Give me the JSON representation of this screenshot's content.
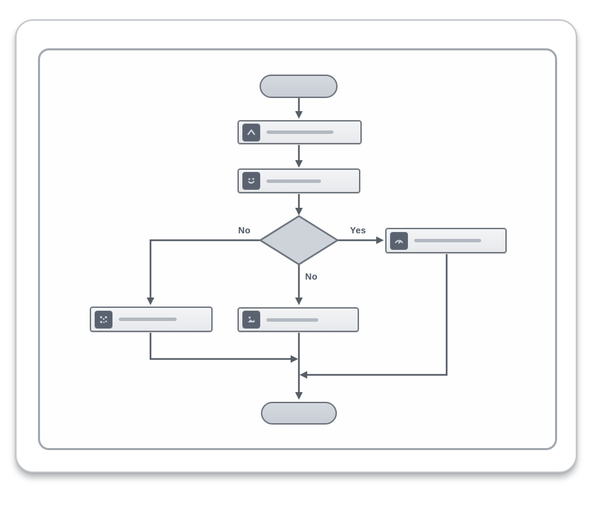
{
  "diagram": {
    "type": "flowchart",
    "nodes": [
      {
        "id": "start",
        "shape": "terminator",
        "text": ""
      },
      {
        "id": "step-1",
        "shape": "process",
        "icon": "chevron-up-icon",
        "text": "redacted-bar"
      },
      {
        "id": "step-2",
        "shape": "process",
        "icon": "face-icon",
        "text": "redacted-bar"
      },
      {
        "id": "decision",
        "shape": "diamond",
        "text": ""
      },
      {
        "id": "step-right",
        "shape": "process",
        "icon": "gauge-icon",
        "text": "redacted-bar"
      },
      {
        "id": "step-left",
        "shape": "process",
        "icon": "qr-code-icon",
        "text": "redacted-bar"
      },
      {
        "id": "step-center",
        "shape": "process",
        "icon": "image-icon",
        "text": "redacted-bar"
      },
      {
        "id": "end",
        "shape": "terminator",
        "text": ""
      }
    ],
    "edges": [
      {
        "from": "start",
        "to": "step-1",
        "label": ""
      },
      {
        "from": "step-1",
        "to": "step-2",
        "label": ""
      },
      {
        "from": "step-2",
        "to": "decision",
        "label": ""
      },
      {
        "from": "decision",
        "to": "step-left",
        "label": "No"
      },
      {
        "from": "decision",
        "to": "step-right",
        "label": "Yes"
      },
      {
        "from": "decision",
        "to": "step-center",
        "label": "No"
      },
      {
        "from": "step-left",
        "to": "end",
        "label": ""
      },
      {
        "from": "step-center",
        "to": "end",
        "label": ""
      },
      {
        "from": "step-right",
        "to": "end",
        "label": ""
      }
    ],
    "labels": {
      "decision_left": "No",
      "decision_right": "Yes",
      "decision_bottom": "No"
    },
    "colors": {
      "terminator_fill": "#ced3da",
      "process_fill": "#edeff1",
      "node_border": "#6d747d",
      "connector": "#565e67",
      "icon_chip": "#59626e",
      "placeholder_bar": "#b3b9c0",
      "panel_border": "#a2a8b0"
    }
  }
}
